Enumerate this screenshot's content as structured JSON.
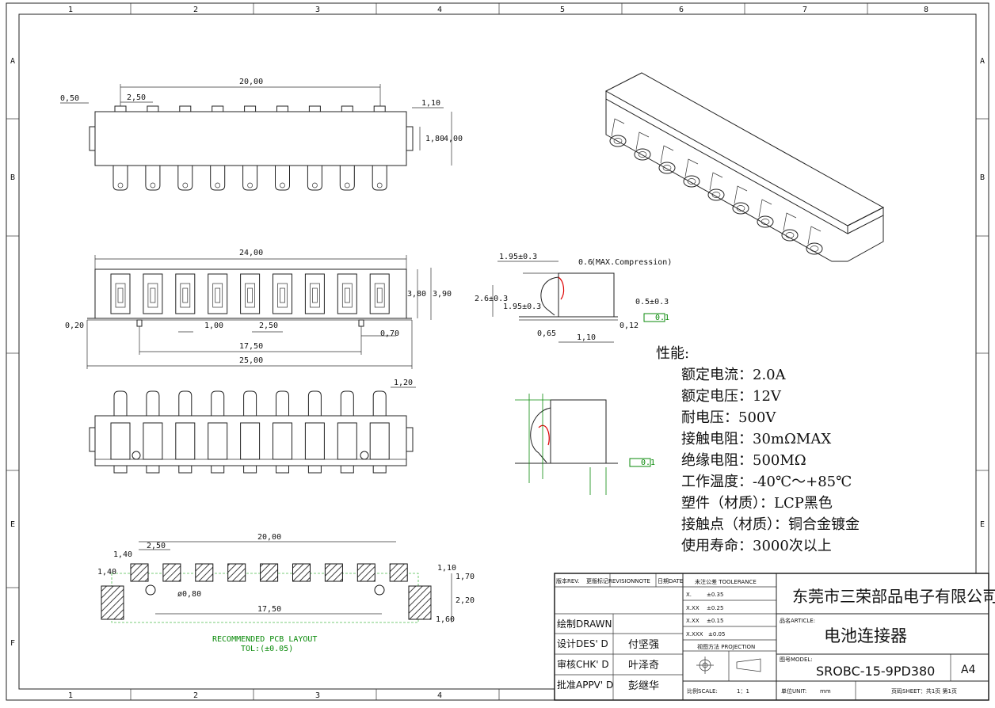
{
  "frame": {
    "col_labels": [
      "1",
      "2",
      "3",
      "4",
      "5",
      "6",
      "7",
      "8"
    ],
    "row_labels": [
      "A",
      "B",
      "E",
      "F"
    ]
  },
  "top_view": {
    "dims": {
      "total": "20,00",
      "pitch": "2,50",
      "offset": "0,50",
      "right_a": "1,10",
      "right_b": "1,80",
      "height": "4,00"
    }
  },
  "front_view": {
    "dims": {
      "w24": "24,00",
      "h1": "3,80",
      "h2": "3,90",
      "base": "0,20",
      "pin": "1,00",
      "pitch": "2,50",
      "span": "17,50",
      "foot": "0,70",
      "total": "25,00"
    }
  },
  "bottom_view": {
    "dims": {
      "right": "1,20"
    }
  },
  "side_view": {
    "dims": {
      "a": "1.95±0.3",
      "b": "0.6",
      "b_note": "(MAX.Compression)",
      "c": "2.6±0.3",
      "d": "1.95±0.3",
      "e": "0.5±0.3",
      "f": "0,12",
      "g": "0,65",
      "h": "1,10",
      "flat": "0.1"
    }
  },
  "side_view2": {
    "flat": "0.1"
  },
  "pcb_layout": {
    "dims": {
      "total": "20,00",
      "pitch": "2,50",
      "l1": "1,40",
      "l2": "1,40",
      "hole": "ø0,80",
      "span": "17,50",
      "r1": "1,10",
      "r2": "1,70",
      "r3": "2,20",
      "r4": "1,60"
    },
    "caption1": "RECOMMENDED PCB LAYOUT",
    "caption2": "TOL:(±0.05)"
  },
  "specs": {
    "title": "性能:",
    "items": [
      "额定电流：2.0A",
      "额定电压：12V",
      "耐电压：500V",
      "接触电阻：30mΩMAX",
      "绝缘电阻：500MΩ",
      "工作温度：-40℃～+85℃",
      "塑件（材质）：LCP黑色",
      "接触点（材质）：铜合金镀金",
      "使用寿命：3000次以上"
    ]
  },
  "title_block": {
    "rev_h": "版本REV.",
    "change_h": "更版标记REVISIONNOTE",
    "date_h": "日期DATE",
    "tol_h": "未注公差 TOOLERANCE",
    "tol": [
      {
        "k": "X.",
        "v": "±0.35"
      },
      {
        "k": "X.XX",
        "v": "±0.25"
      },
      {
        "k": "X.XX",
        "v": "±0.15"
      },
      {
        "k": "X.XXX",
        "v": "±0.05"
      }
    ],
    "projection": "视图方法 PROJECTION",
    "company": "东莞市三荣部品电子有限公司",
    "article_h": "品名ARTICLE:",
    "article": "电池连接器",
    "model_h": "图号MODEL:",
    "model": "SROBC-15-9PD380",
    "size": "A4",
    "drawn": "绘制DRAWN",
    "design": "设计DES' D",
    "designer": "付坚强",
    "check": "审核CHK' D",
    "checker": "叶泽奇",
    "approve": "批准APPV' D",
    "approver": "彭继华",
    "scale_h": "比例SCALE:",
    "scale": "1：1",
    "unit_h": "单位UNIT:",
    "unit": "mm",
    "sheet": "页码SHEET：共1页 第1页"
  }
}
